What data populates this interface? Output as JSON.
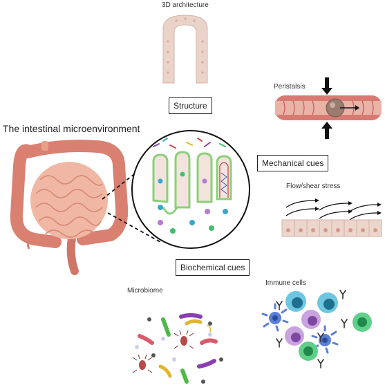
{
  "title": "The intestinal microenvironment",
  "labels": {
    "architecture": "3D architecture",
    "peristalsis": "Peristalsis",
    "flow": "Flow/shear stress",
    "microbiome": "Microbiome",
    "immune": "Immune cells"
  },
  "boxes": {
    "structure": "Structure",
    "mechanical": "Mechanical cues",
    "biochemical": "Biochemical cues"
  },
  "colors": {
    "intestine": "#e8a088",
    "colon": "#d98070",
    "tissue": "#e8cfc4",
    "villus_outline": "#8ccf7a",
    "immune_blue": "#3aa7c9",
    "immune_green": "#3fbf6e",
    "immune_purple": "#b47ccf"
  }
}
